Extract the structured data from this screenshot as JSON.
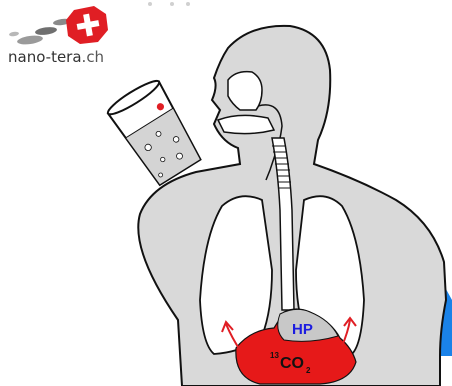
{
  "logo": {
    "brand": "nano-tera",
    "tld": ".ch",
    "cross_color": "#e01e24",
    "text_color": "#333333",
    "tld_color": "#555555"
  },
  "labels": {
    "hp": "HP",
    "co2_mass_number": "13",
    "co2_formula": "CO",
    "co2_subscript": "2"
  },
  "colors": {
    "body_fill": "#d9d9d9",
    "outline": "#111111",
    "accent_blue": "#1a82e8",
    "stomach_red": "#e61919",
    "arrow_red": "#e01e24",
    "hp_blue": "#1c1ce0",
    "glass_fill": "#d4d4d4"
  }
}
